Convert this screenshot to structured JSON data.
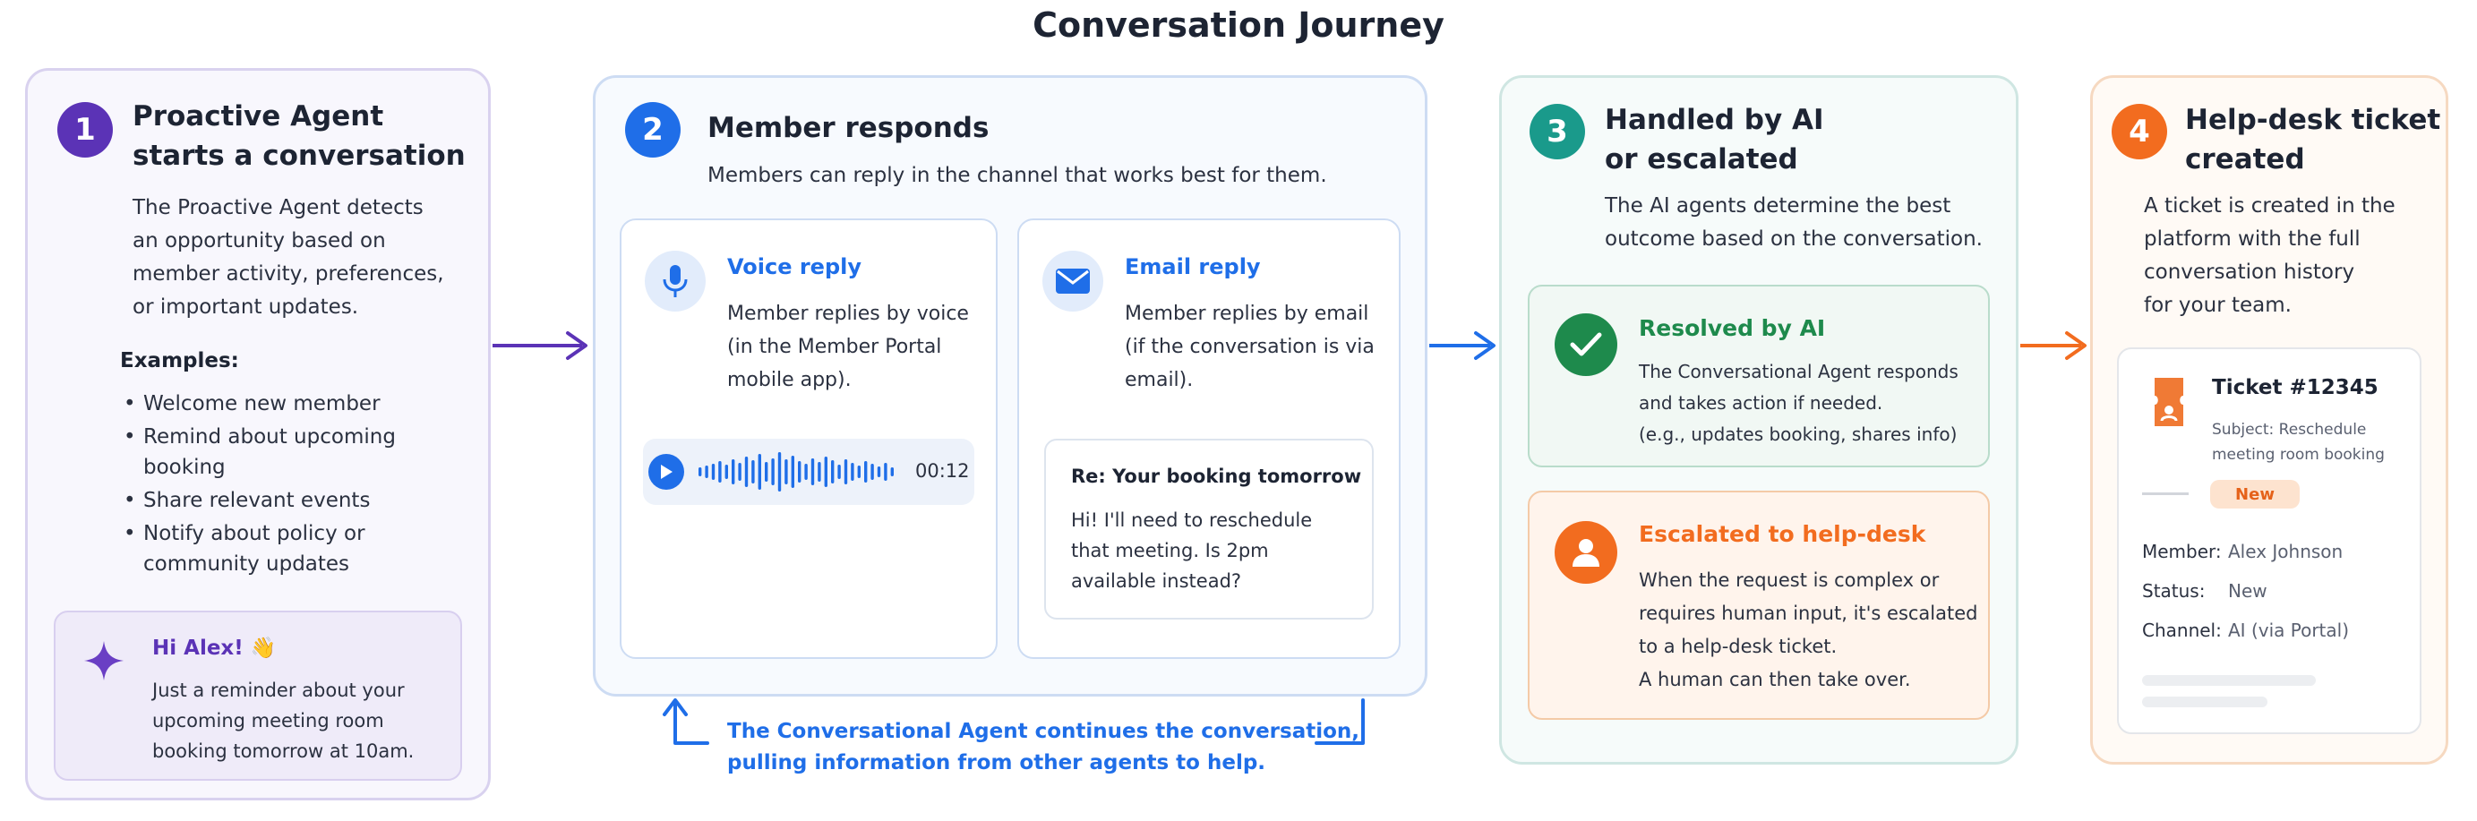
{
  "title": "Conversation Journey",
  "steps": [
    {
      "number": "1",
      "heading_lines": [
        "Proactive Agent",
        "starts a conversation"
      ],
      "description_lines": [
        "The Proactive Agent detects",
        "an opportunity based on",
        "member activity, preferences,",
        "or important updates."
      ],
      "examples_label": "Examples:",
      "examples": [
        [
          "Welcome new member"
        ],
        [
          "Remind about upcoming",
          "booking"
        ],
        [
          "Share relevant events"
        ],
        [
          "Notify about policy or",
          "community updates"
        ]
      ],
      "message": {
        "greeting": "Hi Alex! 👋",
        "lines": [
          "Just a reminder about your",
          "upcoming meeting room",
          "booking tomorrow at 10am."
        ]
      }
    },
    {
      "number": "2",
      "heading": "Member responds",
      "description": "Members can reply in the channel that works best for them.",
      "voice": {
        "title": "Voice reply",
        "lines": [
          "Member replies by voice",
          "(in the Member Portal",
          "mobile app)."
        ],
        "duration": "00:12"
      },
      "email": {
        "title": "Email reply",
        "lines": [
          "Member replies by email",
          "(if the conversation is via",
          "email)."
        ],
        "subject": "Re: Your booking tomorrow",
        "body_lines": [
          "Hi! I'll need to reschedule",
          "that meeting. Is 2pm",
          "available instead?"
        ]
      },
      "loop_lines": [
        "The Conversational Agent continues the conversation,",
        "pulling information from other agents to help."
      ]
    },
    {
      "number": "3",
      "heading_lines": [
        "Handled by AI",
        "or escalated"
      ],
      "description_lines": [
        "The AI agents determine the best",
        "outcome based on the conversation."
      ],
      "resolved": {
        "title": "Resolved by AI",
        "lines": [
          "The Conversational Agent responds",
          "and takes action if needed.",
          "(e.g., updates booking, shares info)"
        ]
      },
      "escalated": {
        "title": "Escalated to help-desk",
        "lines": [
          "When the request is complex or",
          "requires human input, it's escalated",
          "to a help-desk ticket.",
          "A human can then take over."
        ]
      }
    },
    {
      "number": "4",
      "heading_lines": [
        "Help-desk ticket",
        "created"
      ],
      "description_lines": [
        "A ticket is created in the",
        "platform with the full",
        "conversation history",
        "for your team."
      ],
      "ticket": {
        "id": "Ticket #12345",
        "subject_lines": [
          "Subject: Reschedule",
          "meeting room booking"
        ],
        "badge": "New",
        "fields": [
          {
            "label": "Member:",
            "value": "Alex Johnson"
          },
          {
            "label": "Status:",
            "value": "New"
          },
          {
            "label": "Channel:",
            "value": "AI (via Portal)"
          }
        ]
      }
    }
  ],
  "colors": {
    "step1": "#5b33b6",
    "step2": "#1f6ee8",
    "step3": "#1a9a8b",
    "step4": "#f26c1f",
    "resolved": "#1e8a4c",
    "escalated": "#f26c1f"
  },
  "icons": {
    "step1_message": "sparkle-icon",
    "voice": "microphone-icon",
    "email": "envelope-icon",
    "audio_play": "play-icon",
    "resolved": "checkmark-icon",
    "escalated": "person-icon",
    "ticket": "ticket-icon"
  }
}
